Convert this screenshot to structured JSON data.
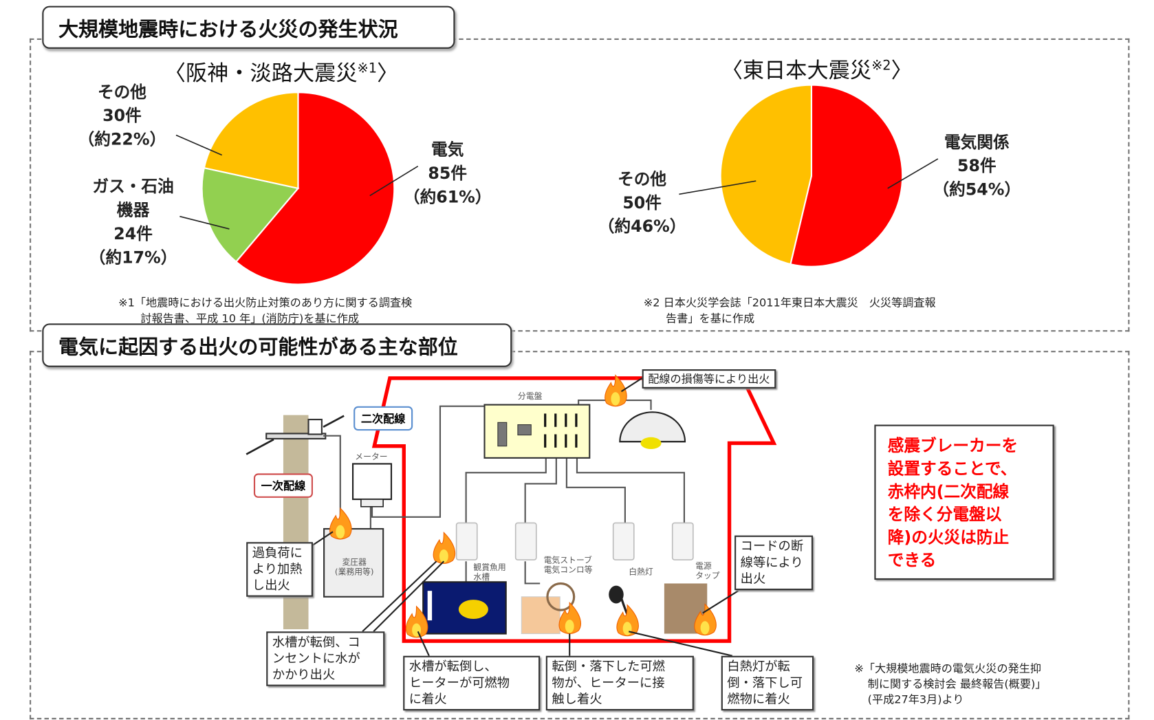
{
  "section1": {
    "title": "大規模地震時における火災の発生状況",
    "hanshin": {
      "title": "〈阪神・淡路大震災",
      "ref": "※1",
      "close": "〉",
      "note_line1": "※1「地震時における出火防止対策のあり方に関する調査検",
      "note_line2": "討報告書、平成 10 年」(消防庁)を基に作成"
    },
    "higashi": {
      "title": "〈東日本大震災",
      "ref": "※2",
      "close": "〉",
      "note_line1": "※2 日本火災学会誌「2011年東日本大震災　火災等調査報",
      "note_line2": "告書」を基に作成"
    }
  },
  "chart_data": [
    {
      "type": "pie",
      "title": "阪神・淡路大震災",
      "slices": [
        {
          "label": "電気",
          "count_label": "85件",
          "pct_label": "（約61%）",
          "value": 85,
          "percent": 61,
          "color": "#ff0000"
        },
        {
          "label": "ガス・石油機器",
          "label_lines": [
            "ガス・石油",
            "機器"
          ],
          "count_label": "24件",
          "pct_label": "（約17%）",
          "value": 24,
          "percent": 17,
          "color": "#92d050"
        },
        {
          "label": "その他",
          "count_label": "30件",
          "pct_label": "（約22%）",
          "value": 30,
          "percent": 22,
          "color": "#ffc000"
        }
      ]
    },
    {
      "type": "pie",
      "title": "東日本大震災",
      "slices": [
        {
          "label": "電気関係",
          "count_label": "58件",
          "pct_label": "（約54%）",
          "value": 58,
          "percent": 54,
          "color": "#ff0000"
        },
        {
          "label": "その他",
          "count_label": "50件",
          "pct_label": "（約46%）",
          "value": 50,
          "percent": 46,
          "color": "#ffc000"
        }
      ]
    }
  ],
  "section2": {
    "title": "電気に起因する出火の可能性がある主な部位",
    "callouts": {
      "secondary": "二次配線",
      "primary": "一次配線"
    },
    "labels": {
      "panel": "分電盤",
      "meter": "メーター",
      "transformer1": "変圧器",
      "transformer2": "(業務用等)",
      "aquarium1": "観賞魚用",
      "aquarium2": "水槽",
      "stove1": "電気ストーブ",
      "stove2": "電気コンロ等",
      "lamp": "白熱灯",
      "tap1": "電源",
      "tap2": "タップ"
    },
    "causes": {
      "wiring": "配線の損傷等により出火",
      "overload": [
        "過負荷に",
        "より加熱",
        "し出火"
      ],
      "cord": [
        "コードの断",
        "線等により",
        "出火"
      ],
      "tank_outlet": [
        "水槽が転倒、コ",
        "ンセントに水が",
        "かかり出火"
      ],
      "tank_heater": [
        "水槽が転倒し、",
        "ヒーターが可燃物",
        "に着火"
      ],
      "fallen": [
        "転倒・落下した可燃",
        "物が、ヒーターに接",
        "触し着火"
      ],
      "lamp": [
        "白熱灯が転",
        "倒・落下し可",
        "燃物に着火"
      ]
    },
    "breaker_message": [
      "感震ブレーカーを",
      "設置することで、",
      "赤枠内(二次配線",
      "を除く分電盤以",
      "降)の火災は防止",
      "できる"
    ],
    "source": [
      "※「大規模地震時の電気火災の発生抑",
      "制に関する検討会 最終報告(概要)」",
      "(平成27年3月)より"
    ]
  }
}
